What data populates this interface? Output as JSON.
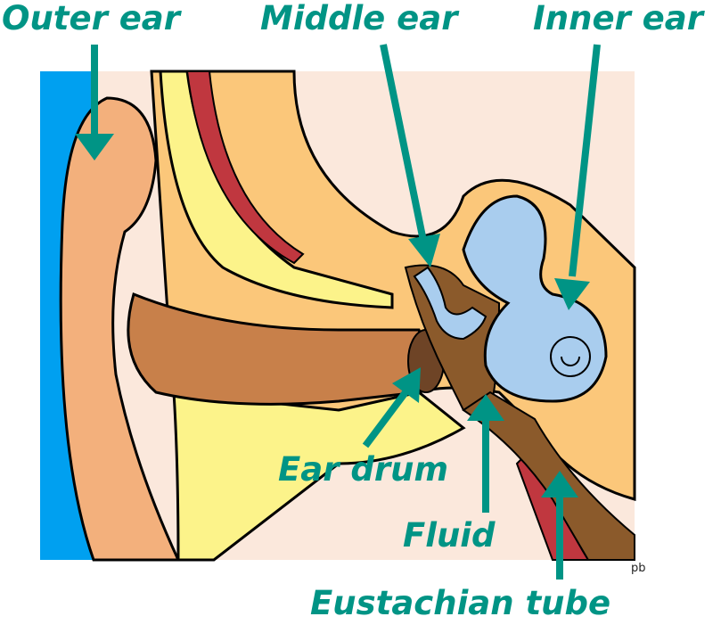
{
  "labels": {
    "outer_ear": "Outer ear",
    "middle_ear": "Middle ear",
    "inner_ear": "Inner ear",
    "ear_drum": "Ear drum",
    "fluid": "Fluid",
    "eustachian_tube": "Eustachian tube"
  },
  "signature": "pb",
  "colors": {
    "label": "#009485",
    "skin": "#f3b07c",
    "canal": "#c8804a",
    "bone": "#fbc77a",
    "cartilage": "#fcf38a",
    "muscle": "#c0373f",
    "inner_ear": "#a9cdee",
    "background_left": "#00a0f0",
    "background": "#fbe8dc"
  }
}
